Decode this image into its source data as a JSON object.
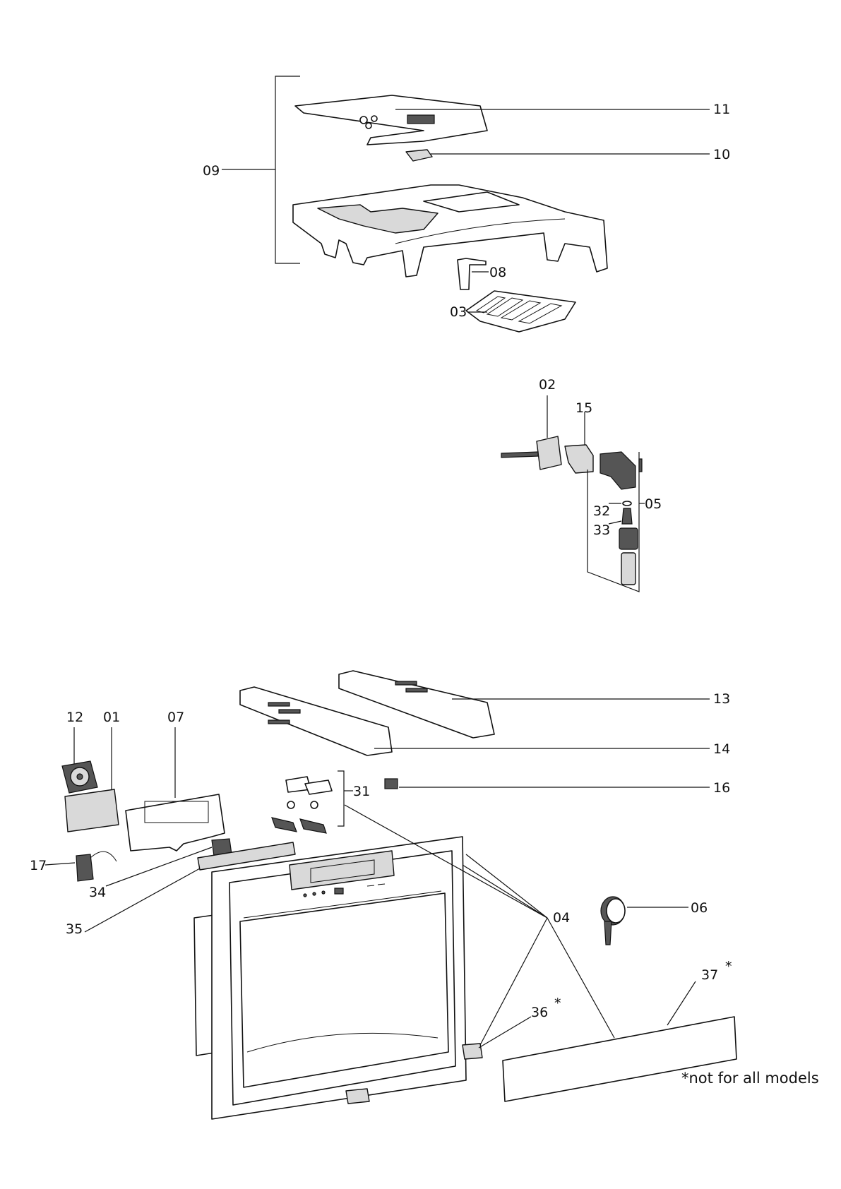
{
  "labels": {
    "p01": "01",
    "p02": "02",
    "p03": "03",
    "p04": "04",
    "p05": "05",
    "p06": "06",
    "p07": "07",
    "p08": "08",
    "p09": "09",
    "p10": "10",
    "p11": "11",
    "p12": "12",
    "p13": "13",
    "p14": "14",
    "p15": "15",
    "p16": "16",
    "p17": "17",
    "p31": "31",
    "p32": "32",
    "p33": "33",
    "p34": "34",
    "p35": "35",
    "p36": "36",
    "p37": "37"
  },
  "asterisk": "*",
  "footnote": "*not for all models"
}
